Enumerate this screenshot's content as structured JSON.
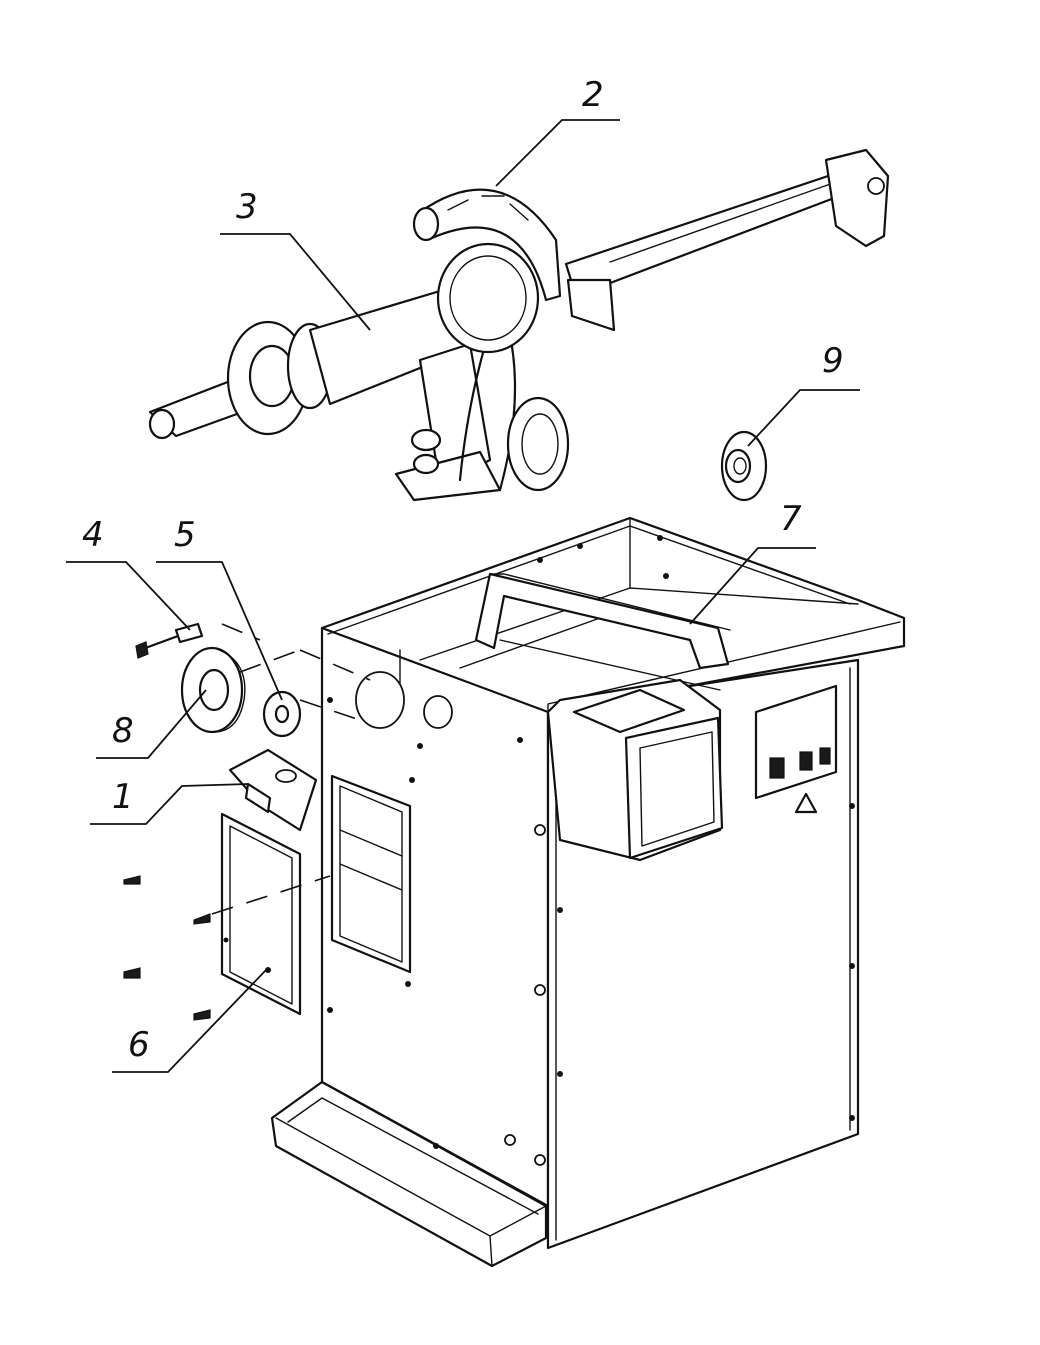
{
  "callouts": [
    {
      "id": "1",
      "text": "1"
    },
    {
      "id": "2",
      "text": "2"
    },
    {
      "id": "3",
      "text": "3"
    },
    {
      "id": "4",
      "text": "4"
    },
    {
      "id": "5",
      "text": "5"
    },
    {
      "id": "6",
      "text": "6"
    },
    {
      "id": "7",
      "text": "7"
    },
    {
      "id": "8",
      "text": "8"
    },
    {
      "id": "9",
      "text": "9"
    }
  ],
  "colors": {
    "line": "#111111",
    "background": "#ffffff"
  }
}
